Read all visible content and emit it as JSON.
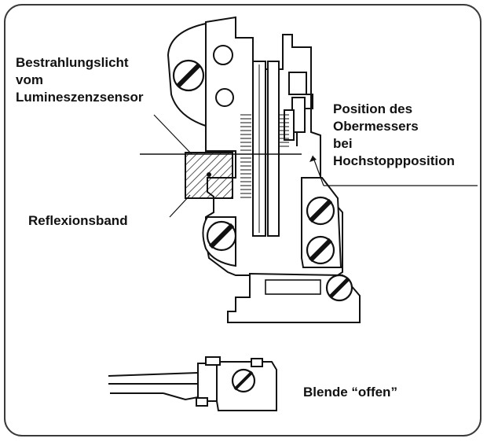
{
  "labels": {
    "sensor_light": [
      "Bestrahlungslicht",
      "vom",
      "Lumineszenzsensor"
    ],
    "upper_knife": [
      "Position des",
      "Obermessers",
      "bei",
      "Hochstopp­position"
    ],
    "reflex_band": "Reflexionsband",
    "shutter": "Blende “offen”"
  },
  "colors": {
    "ink": "#111111",
    "paper": "#ffffff",
    "frame": "#3a3a3a"
  }
}
